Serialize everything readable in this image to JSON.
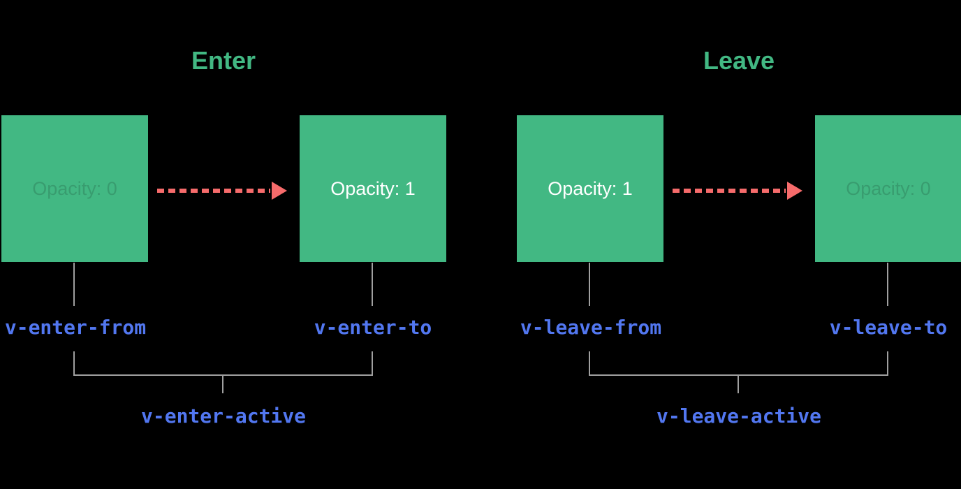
{
  "colors": {
    "background": "#000000",
    "box_green": "#42b883",
    "title_green": "#42b883",
    "arrow_red": "#f66b6b",
    "label_blue": "#5277f0",
    "line_gray": "#a0a0a0",
    "box_text_bright": "#ffffff",
    "box_text_faint": "rgba(0,0,0,0.15)"
  },
  "groups": [
    {
      "title": "Enter",
      "boxes": [
        {
          "label": "Opacity: 0",
          "variant": "faint",
          "class_name": "v-enter-from"
        },
        {
          "label": "Opacity: 1",
          "variant": "bright",
          "class_name": "v-enter-to"
        }
      ],
      "active_class_name": "v-enter-active"
    },
    {
      "title": "Leave",
      "boxes": [
        {
          "label": "Opacity: 1",
          "variant": "bright",
          "class_name": "v-leave-from"
        },
        {
          "label": "Opacity: 0",
          "variant": "faint",
          "class_name": "v-leave-to"
        }
      ],
      "active_class_name": "v-leave-active"
    }
  ]
}
